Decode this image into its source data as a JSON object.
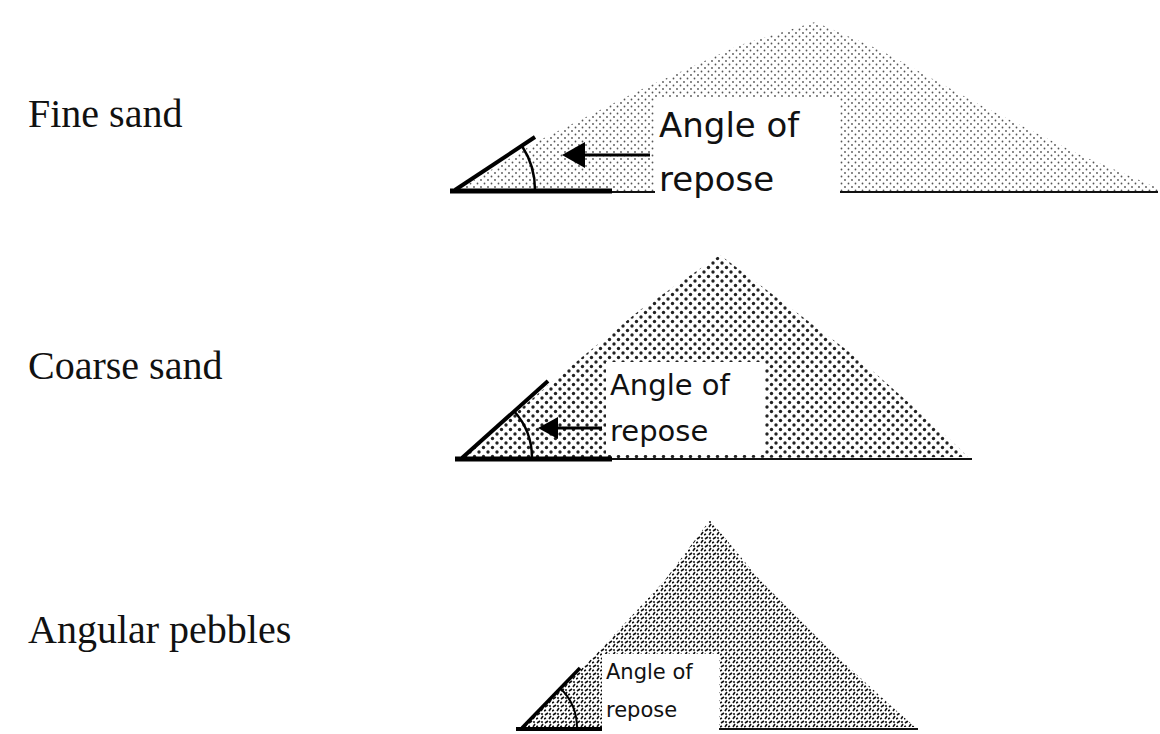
{
  "diagram": {
    "labels": [
      "Fine sand",
      "Angle of repose",
      "Coarse sand",
      "Angle of repose",
      "Angular pebbles",
      "Angle of repose"
    ]
  }
}
